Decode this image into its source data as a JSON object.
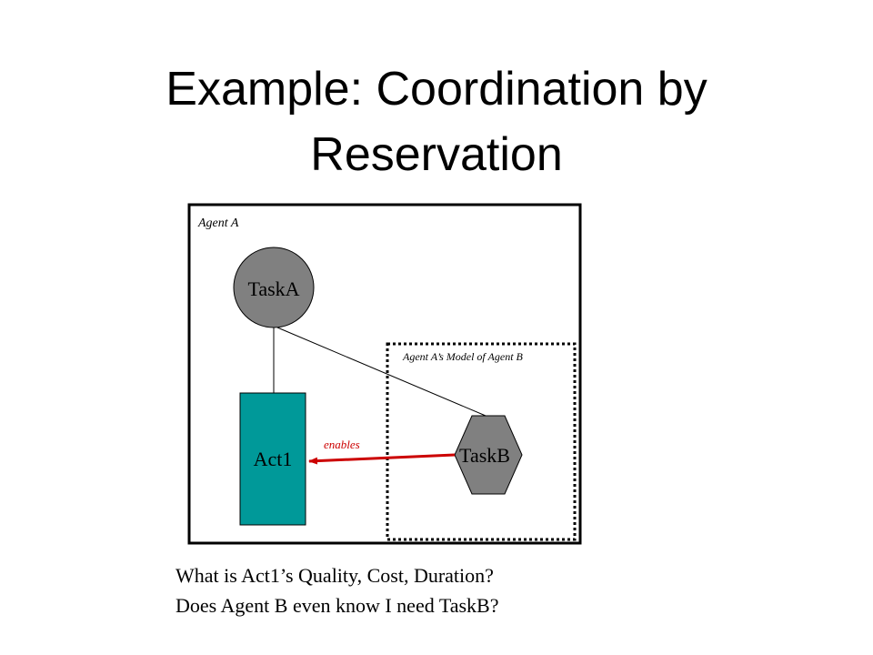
{
  "title": {
    "line1": "Example: Coordination by",
    "line2": "Reservation"
  },
  "diagram": {
    "agent_a_label": "Agent A",
    "model_label": "Agent A’s Model of Agent B",
    "task_a_label": "TaskA",
    "act1_label": "Act1",
    "task_b_label": "TaskB",
    "enables_label": "enables",
    "colors": {
      "node_gray": "#808080",
      "act_teal": "#009999",
      "arrow_red": "#cc0000"
    }
  },
  "questions": {
    "line1": "What is Act1’s Quality, Cost, Duration?",
    "line2": "Does Agent B even know I need TaskB?"
  }
}
